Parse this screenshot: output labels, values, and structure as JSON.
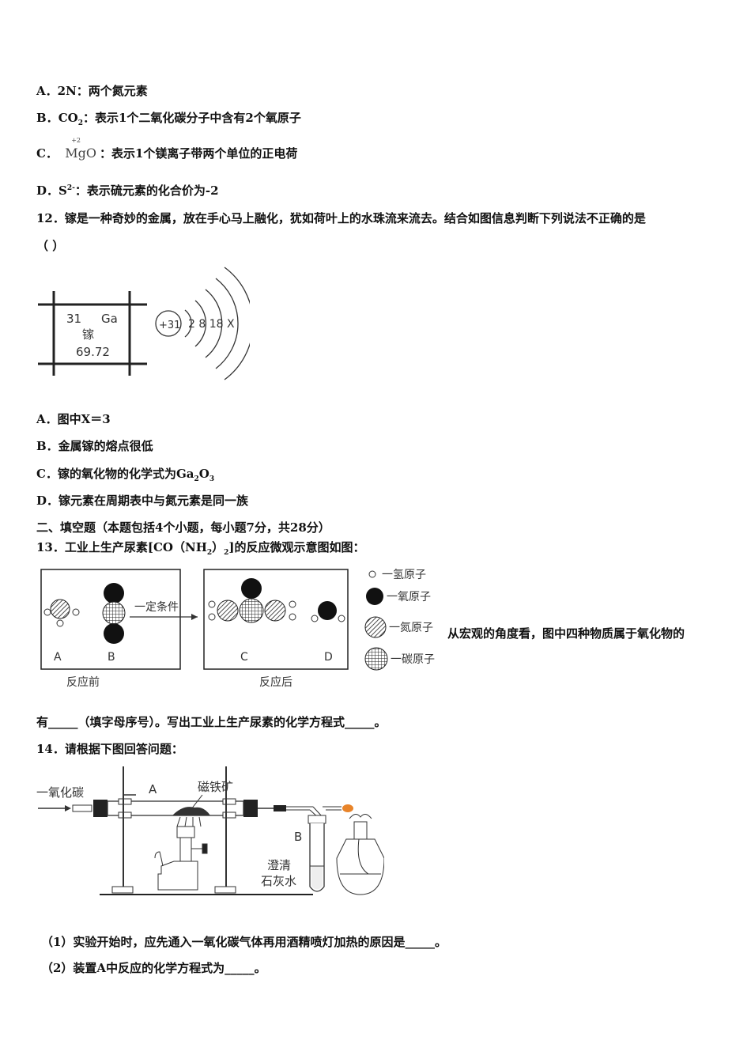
{
  "q11": {
    "a_label": "A．",
    "a_formula": "2N",
    "a_text": "：两个氮元素",
    "b_label": "B．",
    "b_formula": "CO",
    "b_sub": "2",
    "b_text": "：表示1个二氧化碳分子中含有2个氧原子",
    "c_label": "C．",
    "c_charge": "+2",
    "c_formula": "MgO",
    "c_text": "：表示1个镁离子带两个单位的正电荷",
    "d_label": "D．",
    "d_formula": "S",
    "d_sup": "2-",
    "d_text": "：表示硫元素的化合价为-2"
  },
  "q12": {
    "stem1": "12．镓是一种奇妙的金属，放在手心马上融化，犹如荷叶上的水珠流来流去。结合如图信息判断下列说法不正确的是",
    "stem2": "（  ）",
    "figure": {
      "atomic_number": "31",
      "symbol": "Ga",
      "name": "镓",
      "mass": "69.72",
      "nucleus": "+31",
      "shells": "2 8 18 X"
    },
    "a": "A．图中X＝3",
    "b": "B．金属镓的熔点很低",
    "c_pre": "C．镓的氧化物的化学式为Ga",
    "c_sub1": "2",
    "c_mid": "O",
    "c_sub2": "3",
    "d": "D．镓元素在周期表中与氮元素是同一族"
  },
  "section2": {
    "heading": "二、填空题（本题包括4个小题，每小题7分，共28分）"
  },
  "q13": {
    "stem_pre": "13．工业上生产尿素[CO（NH",
    "stem_sub": "2",
    "stem_post": "）",
    "stem_sub2": "2",
    "stem_end": "]的反应微观示意图如图：",
    "figure": {
      "condition": "一定条件",
      "label_a": "A",
      "label_b": "B",
      "label_c": "C",
      "label_d": "D",
      "before": "反应前",
      "after": "反应后",
      "legend_h": "一氢原子",
      "legend_o": "一氧原子",
      "legend_n": "一氮原子",
      "legend_c": "一碳原子"
    },
    "side_text": "从宏观的角度看，图中四种物质属于氧化物的",
    "cont": "有_____（填字母序号）。写出工业上生产尿素的化学方程式_____。"
  },
  "q14": {
    "stem": "14．请根据下图回答问题：",
    "figure": {
      "co_label": "一氧化碳",
      "a_label": "A",
      "ore_label": "磁铁矿",
      "b_label": "B",
      "lime1": "澄清",
      "lime2": "石灰水"
    },
    "sub1": "（1）实验开始时，应先通入一氧化碳气体再用酒精喷灯加热的原因是_____。",
    "sub2": "（2）装置A中反应的化学方程式为_____。"
  }
}
